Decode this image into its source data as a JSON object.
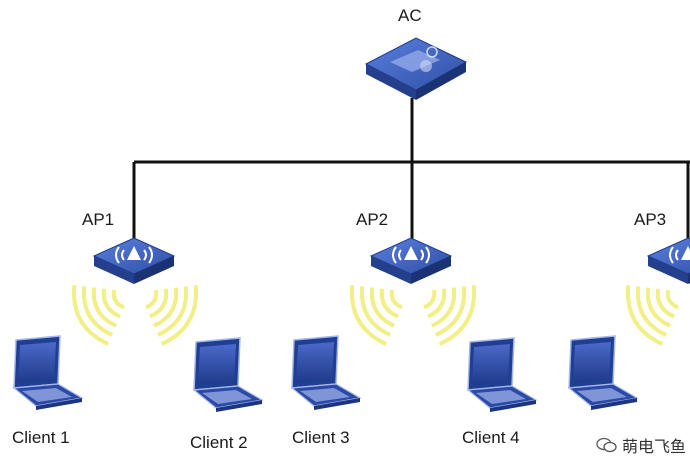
{
  "diagram": {
    "controller_label": "AC",
    "access_points": [
      {
        "label": "AP1"
      },
      {
        "label": "AP2"
      },
      {
        "label": "AP3"
      }
    ],
    "clients": [
      {
        "label": "Client 1"
      },
      {
        "label": "Client 2"
      },
      {
        "label": "Client 3"
      },
      {
        "label": "Client 4"
      }
    ],
    "watermark": "萌电飞鱼"
  },
  "colors": {
    "device_blue": "#2f4fa3",
    "device_top": "#4a6fd0",
    "wifi_yellow": "#f2ef86",
    "link_line": "#111111"
  }
}
